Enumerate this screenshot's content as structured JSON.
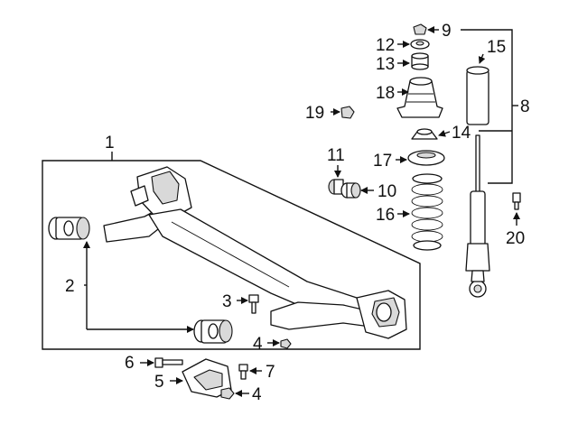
{
  "diagram": {
    "callouts": {
      "c1": "1",
      "c2": "2",
      "c3": "3",
      "c4a": "4",
      "c4b": "4",
      "c5": "5",
      "c6": "6",
      "c7": "7",
      "c8": "8",
      "c9": "9",
      "c10": "10",
      "c11": "11",
      "c12": "12",
      "c13": "13",
      "c14": "14",
      "c15": "15",
      "c16": "16",
      "c17": "17",
      "c18": "18",
      "c19": "19",
      "c20": "20"
    }
  }
}
